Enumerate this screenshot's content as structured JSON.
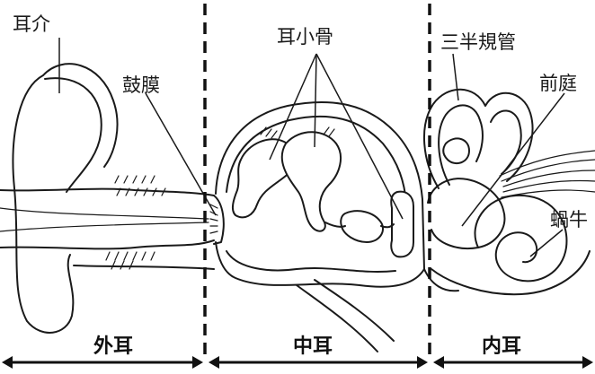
{
  "labels": {
    "pinna": "耳介",
    "eardrum": "鼓膜",
    "ossicles": "耳小骨",
    "semicircular_canals": "三半規管",
    "vestibule": "前庭",
    "cochlea": "蝸牛"
  },
  "regions": {
    "outer_ear": "外耳",
    "middle_ear": "中耳",
    "inner_ear": "内耳"
  }
}
